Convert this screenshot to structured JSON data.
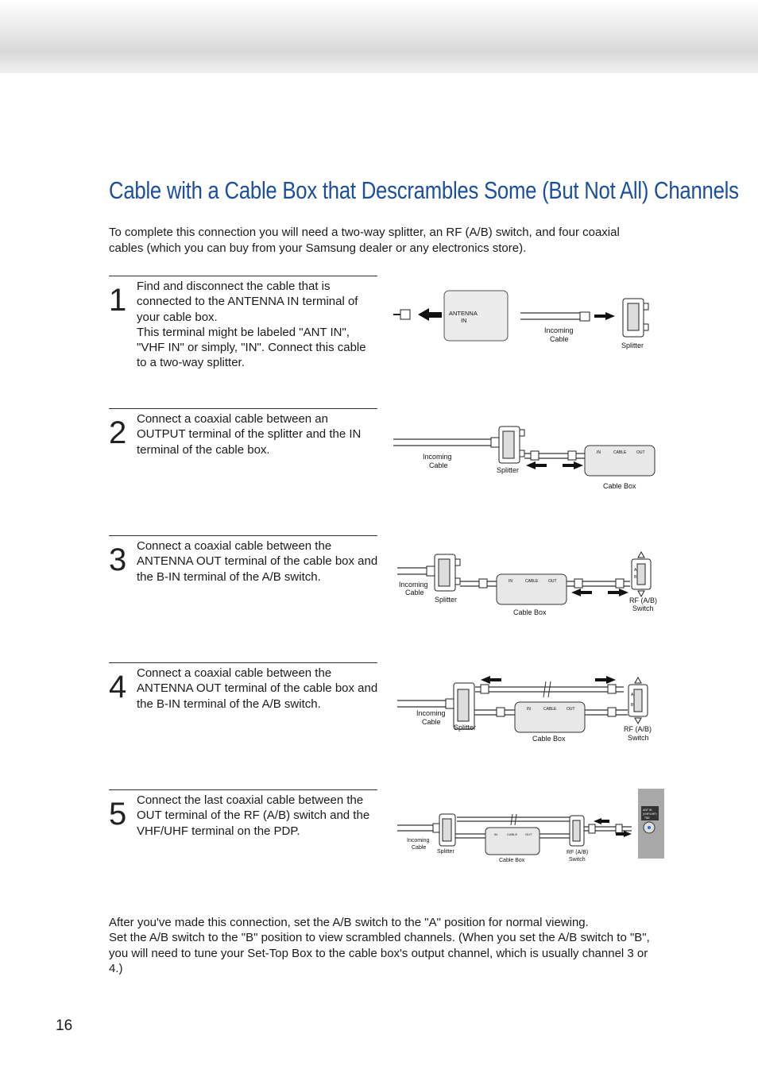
{
  "page": {
    "title": "Cable with a Cable Box that Descrambles Some (But Not All) Channels",
    "intro": "To complete this connection you will need a two-way splitter, an RF (A/B) switch, and four coaxial cables (which you can buy from your Samsung dealer or any electronics store).",
    "outro_line1": "After you've made this connection, set the A/B switch to the \"A\" position for normal viewing.",
    "outro_line2": "Set the A/B switch to the \"B\" position to view scrambled channels. (When you set the A/B switch to \"B\", you will need to tune your Set-Top Box to the cable box's output channel, which is usually channel 3 or 4.)",
    "page_number": "16"
  },
  "steps": [
    {
      "number": "1",
      "text": "Find and disconnect the cable that is connected to the ANTENNA IN terminal of your cable box.\nThis terminal might be labeled \"ANT IN\", \"VHF IN\" or simply, \"IN\". Connect this cable to a two-way splitter."
    },
    {
      "number": "2",
      "text": "Connect a coaxial cable between an OUTPUT terminal of the splitter and the IN terminal of the cable box."
    },
    {
      "number": "3",
      "text": "Connect a coaxial cable between the ANTENNA OUT terminal of the cable box and the B-IN terminal of the A/B switch."
    },
    {
      "number": "4",
      "text": "Connect a coaxial cable between the ANTENNA OUT terminal of the cable box and the B-IN terminal of the A/B switch."
    },
    {
      "number": "5",
      "text": "Connect the last coaxial cable between the OUT terminal of the RF (A/B) switch and the VHF/UHF terminal on the PDP."
    }
  ],
  "labels": {
    "antenna_in_1": "ANTENNA",
    "antenna_in_2": "IN",
    "incoming_1": "Incoming",
    "incoming_2": "Cable",
    "splitter": "Splitter",
    "cable_box": "Cable Box",
    "box_in": "IN",
    "box_cable": "CABLE",
    "box_out": "OUT",
    "rf_1": "RF (A/B)",
    "rf_2": "Switch",
    "switch_a": "A",
    "switch_b": "B",
    "pdp_1": "ANT IN",
    "pdp_2": "(VHF/UHF)",
    "pdp_3": "75Ω"
  }
}
